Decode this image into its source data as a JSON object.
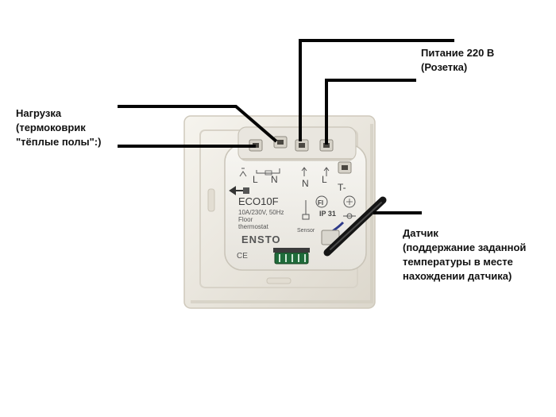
{
  "labels": {
    "load": {
      "line1": "Нагрузка",
      "line2": "(термоковрик",
      "line3": "\"тёплые полы\":)"
    },
    "power": {
      "line1": "Питание 220 В",
      "line2": "(Розетка)"
    },
    "sensor": {
      "line1": "Датчик",
      "line2": "(поддержание заданной",
      "line3": "температуры в месте",
      "line4": "нахождении датчика)"
    }
  },
  "device": {
    "model": "ECO10F",
    "spec_line1": "10A/230V, 50Hz",
    "spec_line2": "Floor",
    "spec_line3": "thermostat",
    "brand": "ENSTO",
    "ce_mark": "CE",
    "fi_mark": "FI",
    "ip_rating": "IP 31",
    "sensor_label": "Sensor",
    "terminals": [
      "L",
      "N",
      "N",
      "L",
      "T-"
    ]
  },
  "colors": {
    "lead_line": "#050505",
    "frame": "#ece8df",
    "frame_shadow": "#d2cdc1",
    "module": "#f3f1ec",
    "terminal_block": "#e9e6df",
    "print": "#333333",
    "sensor_cable": "#151515",
    "sensor_wire": "#2e3a8a",
    "connector": "#1f6b3a"
  }
}
